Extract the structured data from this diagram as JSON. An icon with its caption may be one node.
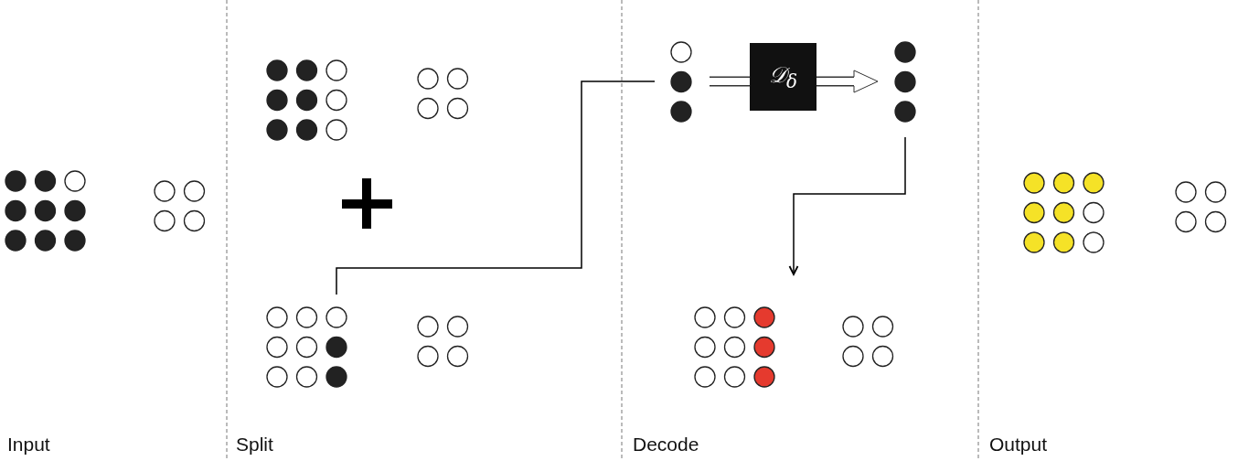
{
  "diagram": {
    "nodes": [
      {
        "text": [],
        "shape": "grid"
      },
      {
        "text": [],
        "shape": "grid"
      },
      {
        "text": [
          "𝒟$_{δ}$"
        ]
      },
      {
        "text": [],
        "shape": "grid"
      },
      {
        "text": [],
        "shape": "grid"
      }
    ],
    "edges": [
      {
        "from": 0,
        "to": 1,
        "arrow": "none"
      },
      {
        "from": 1,
        "to": 2,
        "arrow": "none",
        "style": "thick"
      },
      {
        "from": 2,
        "to": 3,
        "arrow": "to",
        "style": "thick"
      },
      {
        "from": 3,
        "to": 4,
        "arrow": "to"
      }
    ],
    "labels": [
      "Input",
      "Split",
      "Decode",
      "Output"
    ]
  }
}
